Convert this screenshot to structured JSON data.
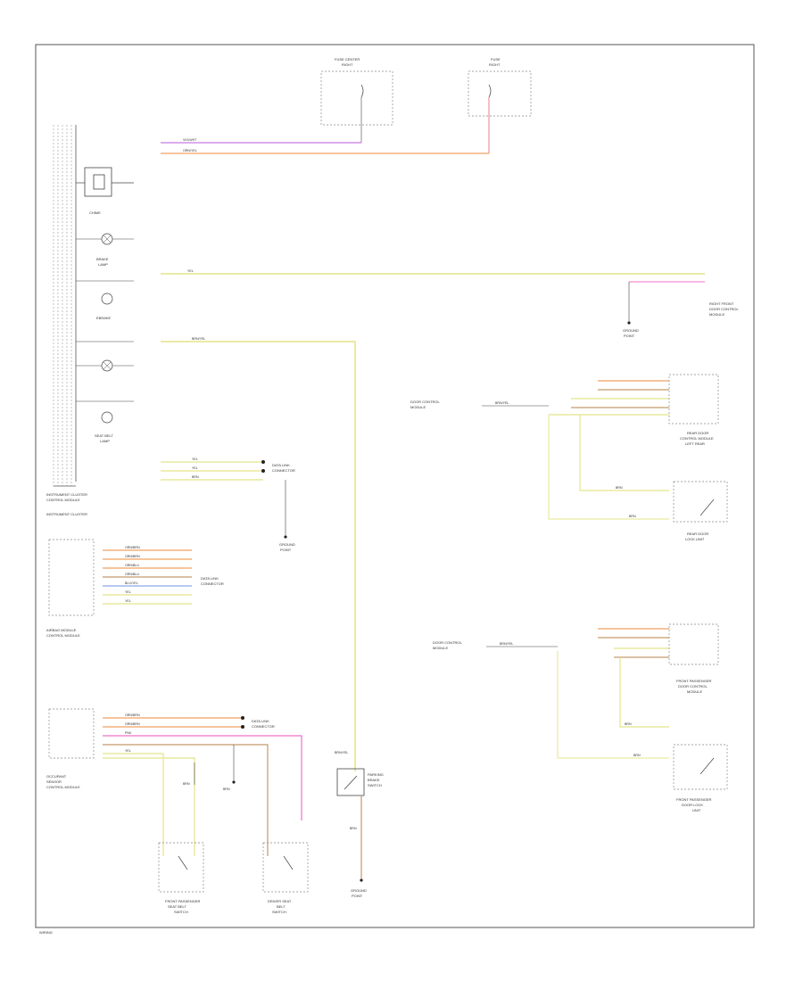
{
  "colors": {
    "violet": "#c77be0",
    "orange": "#f0a060",
    "yellow": "#e4e48a",
    "pink": "#f070c8",
    "brown": "#c49a6c",
    "blue": "#8aa8e8",
    "green": "#70c070",
    "gray": "#999999",
    "wire_dark": "#444444"
  },
  "page": {
    "corner_label": "WIRING"
  },
  "labels": {
    "fuse_top_1": "FUSE CENTER",
    "fuse_top_1b": "RIGHT",
    "fuse_top_2": "FUSE",
    "fuse_top_2b": "RIGHT",
    "chime": "CHIME",
    "brake_lamp": "BRAKE",
    "brake_lamp_2": "LAMP",
    "ebrake": "EBRAKE",
    "belt_lamp": "SEAT BELT",
    "belt_lamp_2": "LAMP",
    "cluster": "INSTRUMENT CLUSTER",
    "cluster_2": "CONTROL MODULE",
    "cluster_3": "INSTRUMENT CLUSTER",
    "airbag_mod": "AIRBAG MODULE",
    "airbag_mod_2": "CONTROL MODULE",
    "data_link": "DATA LINK",
    "data_link_2": "CONNECTOR",
    "occupant": "OCCUPANT",
    "occupant_2": "SENSOR",
    "occupant_3": "CONTROL MODULE",
    "front_belt": "FRONT PASSENGER",
    "front_belt_2": "SEAT BELT",
    "front_belt_3": "SWITCH",
    "driver_belt": "DRIVER SEAT",
    "driver_belt_2": "BELT",
    "driver_belt_3": "SWITCH",
    "park_switch": "PARKING",
    "park_switch_2": "BRAKE",
    "park_switch_3": "SWITCH",
    "ground_center": "GROUND",
    "ground_center_2": "POINT",
    "ground_left": "GROUND",
    "ground_left_2": "POINT",
    "ground_right": "GROUND",
    "ground_right_2": "POINT",
    "right_front_door": "RIGHT FRONT",
    "right_front_door_2": "DOOR CONTROL",
    "right_front_door_3": "MODULE",
    "door_ctrl_1": "DOOR CONTROL",
    "door_ctrl_2": "MODULE",
    "rear_door_left": "REAR DOOR",
    "rear_door_left_2": "CONTROL MODULE",
    "rear_door_left_3": "LEFT REAR",
    "rear_lock_left": "REAR DOOR",
    "rear_lock_left_2": "LOCK UNIT",
    "rear_door_right": "FRONT PASSENGER",
    "rear_door_right_2": "DOOR CONTROL",
    "rear_door_right_3": "MODULE",
    "front_pass_lock": "FRONT PASSENGER",
    "front_pass_lock_2": "DOOR LOCK",
    "front_pass_lock_3": "UNIT"
  },
  "wire_labels": {
    "w1": "VIO/WHT",
    "w2": "ORN/YEL",
    "w3": "YEL",
    "w4": "BRN/YEL",
    "w5": "YEL",
    "w6": "YEL",
    "w7": "BRN",
    "w8": "ORN/BRN",
    "w9": "ORN/BRN",
    "w10": "ORN/BLU",
    "w11": "ORN/BLU",
    "w12": "BLU/YEL",
    "w13": "YEL",
    "w14": "YEL",
    "w15": "ORN/BRN",
    "w16": "ORN/BRN",
    "w17": "PNK",
    "w18": "YEL",
    "w19": "BRN",
    "w20": "BRN",
    "w21": "BRN/YEL",
    "w22": "BRN",
    "w23": "BRN/YEL",
    "w24": "BRN",
    "w25": "BRN",
    "w26": "BRN/YEL",
    "w27": "BRN",
    "w28": "BRN"
  }
}
